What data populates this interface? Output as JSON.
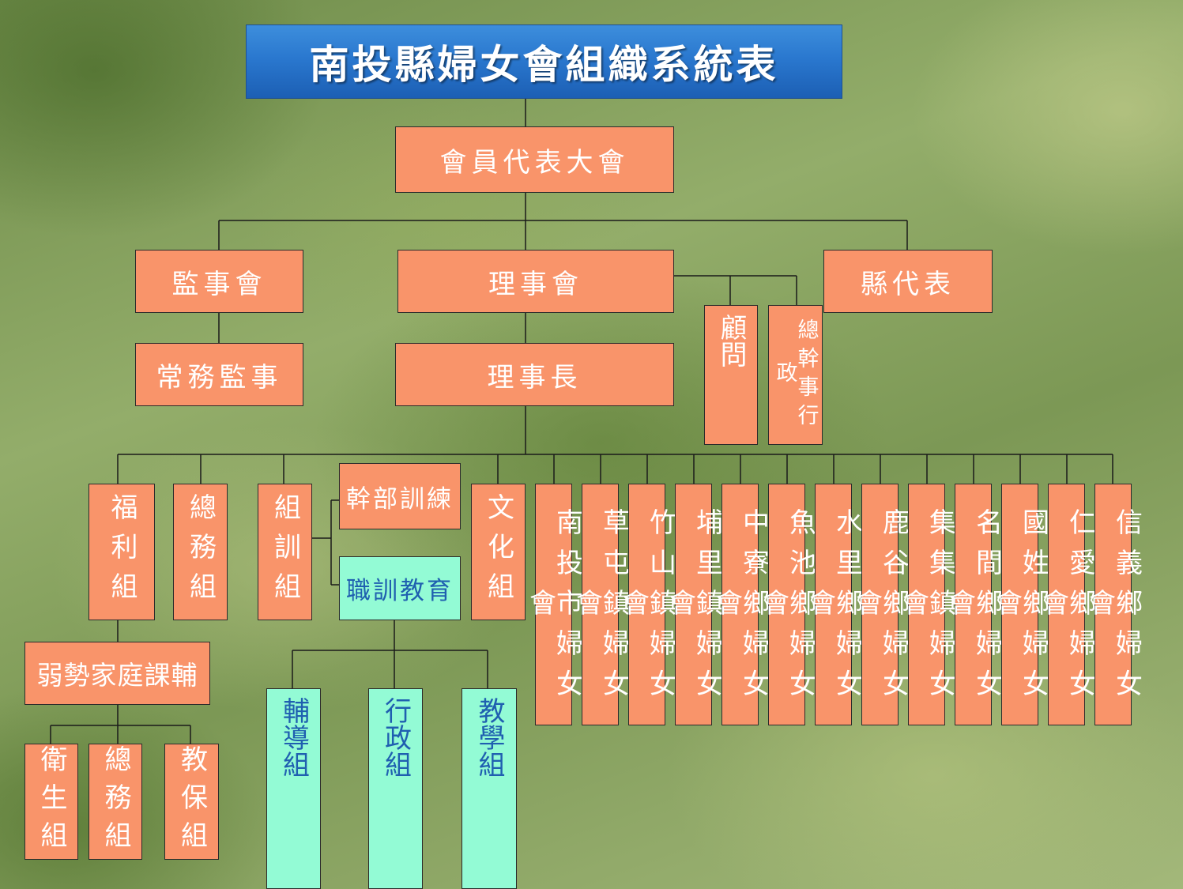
{
  "title": "南投縣婦女會組織系統表",
  "colors": {
    "orange_box": "#f9946a",
    "aqua_box": "#93fbd5",
    "aqua_text": "#1f5fb0",
    "title_bg": "#2a78cf",
    "connector": "#1a1a1a"
  },
  "nodes": {
    "assembly": "會員代表大會",
    "supervisors": "監事會",
    "board": "理事會",
    "county_reps": "縣代表",
    "standing_supervisor": "常務監事",
    "chairman": "理事長",
    "advisor": "顧問",
    "secretary_general": "總幹事行政",
    "welfare": "福利組",
    "general_affairs": "總務組",
    "organization_training": "組訓組",
    "cadre_training": "幹部訓練",
    "vocational_education": "職訓教育",
    "culture": "文化組",
    "tutoring": "弱勢家庭課輔",
    "hygiene": "衛生組",
    "tutoring_general_affairs": "總務組",
    "childcare": "教保組",
    "counseling": "輔導組",
    "administration": "行政組",
    "teaching": "教學組"
  },
  "township_associations": [
    "南投市婦女會",
    "草屯鎮婦女會",
    "竹山鎮婦女會",
    "埔里鎮婦女會",
    "中寮鄉婦女會",
    "魚池鄉婦女會",
    "水里鄉婦女會",
    "鹿谷鄉婦女會",
    "集集鎮婦女會",
    "名間鄉婦女會",
    "國姓鄉婦女會",
    "仁愛鄉婦女會",
    "信義鄉婦女會"
  ]
}
